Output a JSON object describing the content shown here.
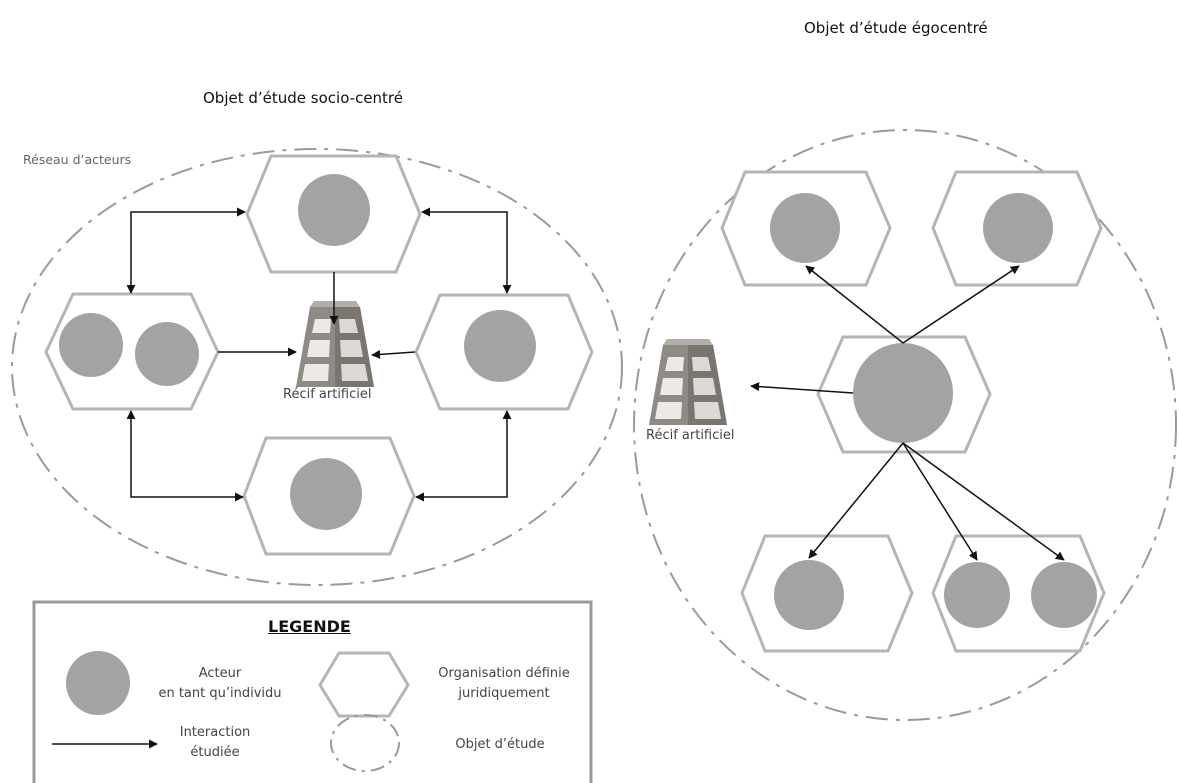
{
  "titles": {
    "sociocentric": "Objet d’étude socio-centré",
    "egocentric": "Objet d’étude égocentré"
  },
  "network_label": "Réseau d’acteurs",
  "reef_label": "Récif artificiel",
  "legend": {
    "title": "LEGENDE",
    "actor": [
      "Acteur",
      "en tant qu’individu"
    ],
    "organisation": [
      "Organisation définie",
      "juridiquement"
    ],
    "interaction": [
      "Interaction",
      "étudiée"
    ],
    "study_object": "Objet d’étude"
  },
  "colors": {
    "actor_fill": "#a3a3a3",
    "organisation_stroke": "#b5b5b5",
    "study_object_stroke": "#9a9a9a",
    "arrow": "#111111",
    "reef": "#8f8a84"
  },
  "icons": {
    "actor": "filled-circle",
    "organisation": "hexagon-outline",
    "study_object": "dash-dot-ellipse",
    "interaction": "arrow",
    "reef": "artificial-reef-pyramid"
  }
}
